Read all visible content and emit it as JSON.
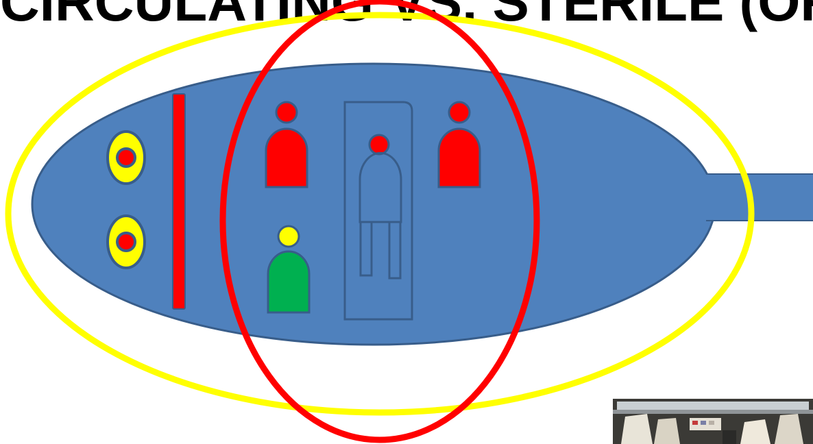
{
  "slide": {
    "title": "CIRCULATING VS. STERILE (OR)"
  },
  "colors": {
    "room": "#4f81bd",
    "room_outline": "#385d8a",
    "sterile_zone_ring": "#ff0000",
    "unrestricted_zone_ring": "#ffff00",
    "person_sterile": "#ff0000",
    "person_circulating_body": "#00b050",
    "person_circulating_head": "#ffff00",
    "light": "#ffff00",
    "light_center": "#ff0000",
    "partition": "#ff0000"
  },
  "icons": {
    "room": "operating-room-shape",
    "table": "operating-table-icon",
    "patient": "patient-outline-icon",
    "sterile_staff": "person-icon",
    "circulator": "person-icon",
    "lights": "surgical-light-icon",
    "photo": "operating-room-photo"
  }
}
